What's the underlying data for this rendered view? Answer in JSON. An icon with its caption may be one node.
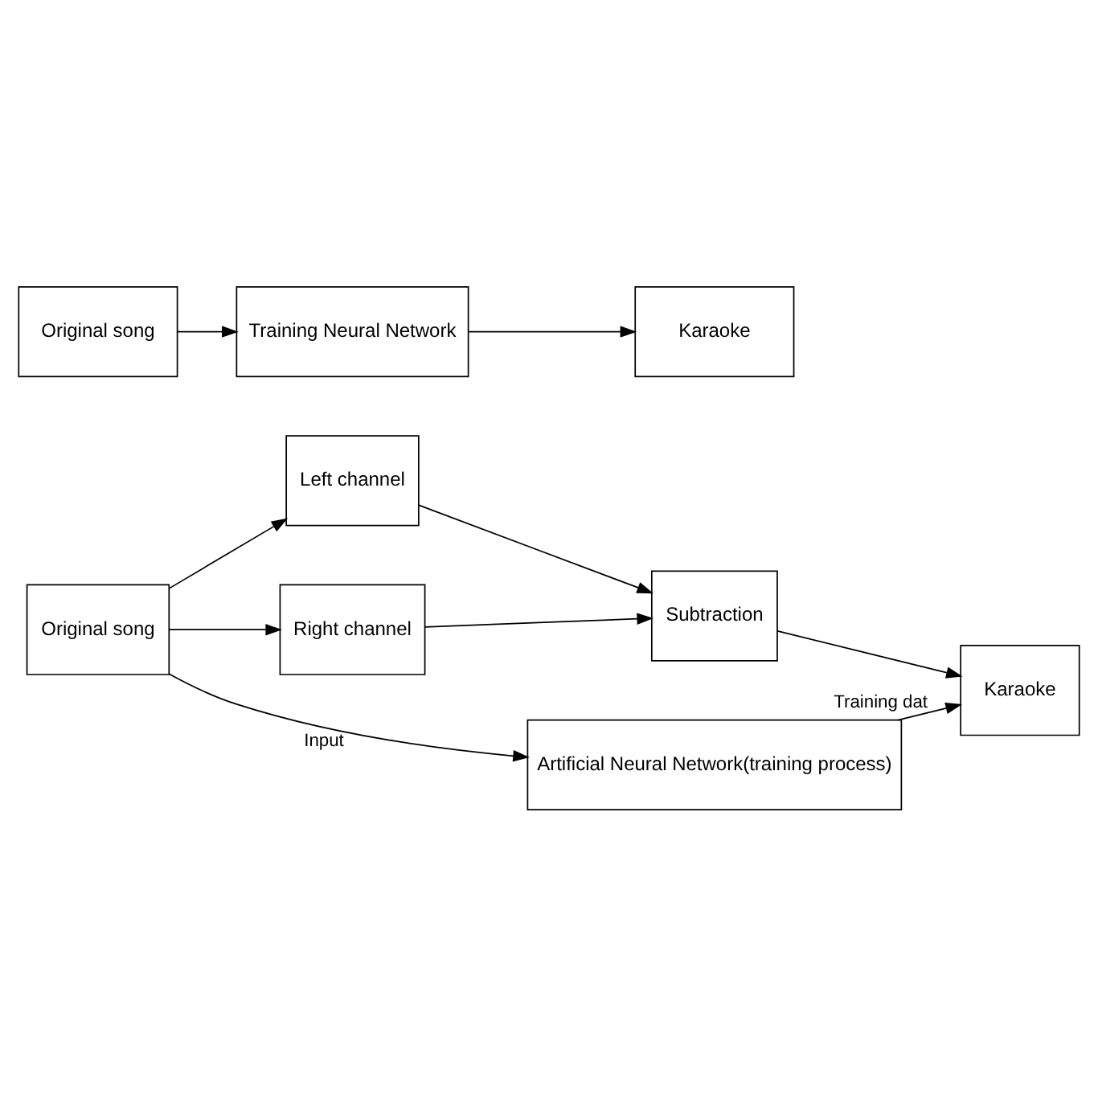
{
  "diagram": {
    "nodes": [
      {
        "text": [
          "Original song"
        ]
      },
      {
        "text": [
          "Left channel"
        ]
      },
      {
        "text": [
          "Right channel"
        ]
      },
      {
        "text": [
          "Subtraction"
        ]
      },
      {
        "text": [
          "Karaoke"
        ]
      },
      {
        "text": [
          "Artificial Neural Network(training process)"
        ]
      },
      {
        "text": [
          "Original song"
        ]
      },
      {
        "text": [
          "Training Neural Network"
        ]
      },
      {
        "text": [
          "Karaoke"
        ]
      }
    ],
    "edges": [
      {
        "from": 0,
        "to": 1,
        "arrow": "to"
      },
      {
        "from": 0,
        "to": 2,
        "arrow": "to"
      },
      {
        "from": 1,
        "to": 3,
        "arrow": "to"
      },
      {
        "from": 2,
        "to": 3,
        "arrow": "to"
      },
      {
        "from": 3,
        "to": 4,
        "arrow": "to"
      },
      {
        "from": 0,
        "to": 5,
        "arrow": "to",
        "label": "Input"
      },
      {
        "from": 5,
        "to": 4,
        "arrow": "to",
        "label": "Training dat"
      },
      {
        "from": 6,
        "to": 7,
        "arrow": "to"
      },
      {
        "from": 7,
        "to": 8,
        "arrow": "to"
      }
    ]
  }
}
